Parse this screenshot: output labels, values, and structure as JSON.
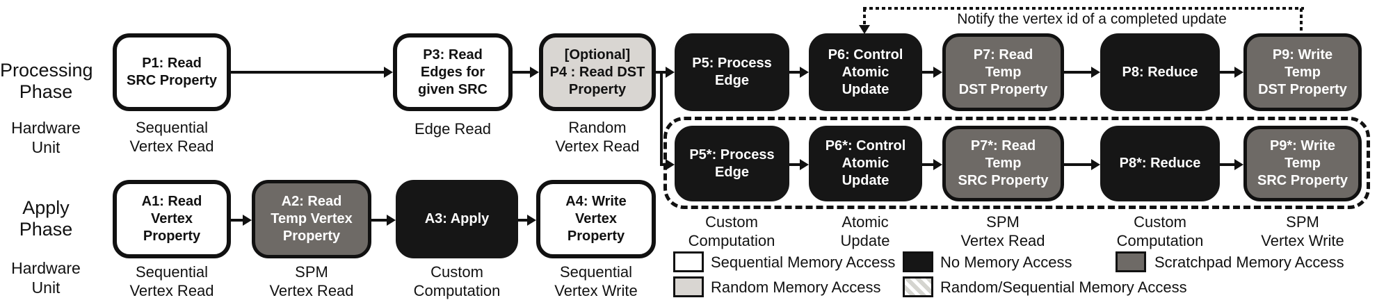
{
  "colors": {
    "sequential": "#ffffff",
    "random": "#d9d6d2",
    "no_access": "#161616",
    "scratchpad": "#6e6a66",
    "ink": "#111111"
  },
  "notify_label": "Notify the vertex id of a completed update",
  "processing": {
    "phase_label_lines": [
      "Processing",
      "Phase"
    ],
    "hardware_label_lines": [
      "Hardware",
      "Unit"
    ]
  },
  "apply": {
    "phase_label_lines": [
      "Apply",
      "Phase"
    ],
    "hardware_label_lines": [
      "Hardware",
      "Unit"
    ]
  },
  "boxes": {
    "p1": {
      "lines": [
        "P1: Read",
        "SRC Property"
      ]
    },
    "p3": {
      "lines": [
        "P3: Read",
        "Edges for",
        "given SRC"
      ]
    },
    "p4": {
      "lines": [
        "[Optional]",
        "P4 : Read DST",
        "Property"
      ]
    },
    "p5": {
      "lines": [
        "P5: Process",
        "Edge"
      ]
    },
    "p6": {
      "lines": [
        "P6: Control",
        "Atomic",
        "Update"
      ]
    },
    "p7": {
      "lines": [
        "P7: Read",
        "Temp",
        "DST Property"
      ]
    },
    "p8": {
      "lines": [
        "P8: Reduce"
      ]
    },
    "p9": {
      "lines": [
        "P9: Write",
        "Temp",
        "DST Property"
      ]
    },
    "p5s": {
      "lines": [
        "P5*: Process",
        "Edge"
      ]
    },
    "p6s": {
      "lines": [
        "P6*: Control",
        "Atomic",
        "Update"
      ]
    },
    "p7s": {
      "lines": [
        "P7*: Read",
        "Temp",
        "SRC Property"
      ]
    },
    "p8s": {
      "lines": [
        "P8*: Reduce"
      ]
    },
    "p9s": {
      "lines": [
        "P9*: Write",
        "Temp",
        "SRC Property"
      ]
    },
    "a1": {
      "lines": [
        "A1: Read",
        "Vertex",
        "Property"
      ]
    },
    "a2": {
      "lines": [
        "A2: Read",
        "Temp Vertex",
        "Property"
      ]
    },
    "a3": {
      "lines": [
        "A3: Apply"
      ]
    },
    "a4": {
      "lines": [
        "A4: Write",
        "Vertex",
        "Property"
      ]
    }
  },
  "unit_labels": {
    "p1": [
      "Sequential",
      "Vertex Read"
    ],
    "p3": [
      "Edge Read"
    ],
    "p4": [
      "Random",
      "Vertex Read"
    ],
    "s1": [
      "Custom",
      "Computation"
    ],
    "s2": [
      "Atomic",
      "Update"
    ],
    "s3": [
      "SPM",
      "Vertex Read"
    ],
    "s4": [
      "Custom",
      "Computation"
    ],
    "s5": [
      "SPM",
      "Vertex Write"
    ],
    "a1": [
      "Sequential",
      "Vertex Read"
    ],
    "a2": [
      "SPM",
      "Vertex Read"
    ],
    "a3": [
      "Custom",
      "Computation"
    ],
    "a4": [
      "Sequential",
      "Vertex Write"
    ]
  },
  "legend": {
    "items": [
      {
        "label": "Sequential Memory Access",
        "swatch": "sequential"
      },
      {
        "label": "No Memory Access",
        "swatch": "no-access"
      },
      {
        "label": "Scratchpad Memory Access",
        "swatch": "scratchpad"
      },
      {
        "label": "Random Memory Access",
        "swatch": "random"
      },
      {
        "label": "Random/Sequential Memory Access",
        "swatch": "random-sequential"
      }
    ]
  }
}
